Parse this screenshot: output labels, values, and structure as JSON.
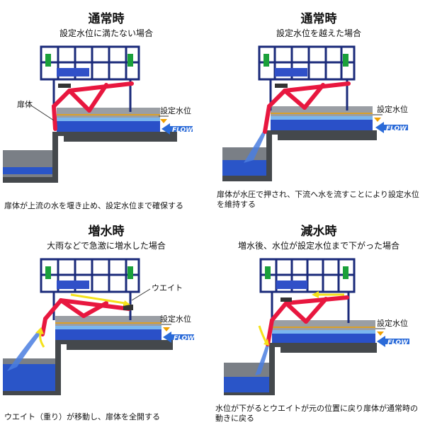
{
  "panels": [
    {
      "title": "通常時",
      "subtitle": "設定水位に満たない場合",
      "caption": "扉体が上流の水を堰き止め、設定水位まで確保する",
      "label_gate": "扉体",
      "label_level": "設定水位",
      "label_flow": "FLOW"
    },
    {
      "title": "通常時",
      "subtitle": "設定水位を越えた場合",
      "caption": "扉体が水圧で押され、下流へ水を流すことにより設定水位を維持する",
      "label_level": "設定水位",
      "label_flow": "FLOW"
    },
    {
      "title": "増水時",
      "subtitle": "大雨などで急激に増水した場合",
      "caption": "ウエイト（重り）が移動し、扉体を全開する",
      "label_weight": "ウエイト",
      "label_level": "設定水位",
      "label_flow": "FLOW"
    },
    {
      "title": "減水時",
      "subtitle": "増水後、水位が設定水位まで下がった場合",
      "caption": "水位が下がるとウエイトが元の位置に戻り扉体が通常時の動きに戻る",
      "label_level": "設定水位",
      "label_flow": "FLOW"
    }
  ],
  "colors": {
    "frame": "#1a2a7a",
    "gate": "#e8173f",
    "water_dark": "#1a3fb8",
    "water_light": "#6fb0f0",
    "ground": "#505458",
    "level_line": "#f0a000",
    "arrow_yellow": "#f5e21a",
    "weight_green": "#1aa03a"
  }
}
